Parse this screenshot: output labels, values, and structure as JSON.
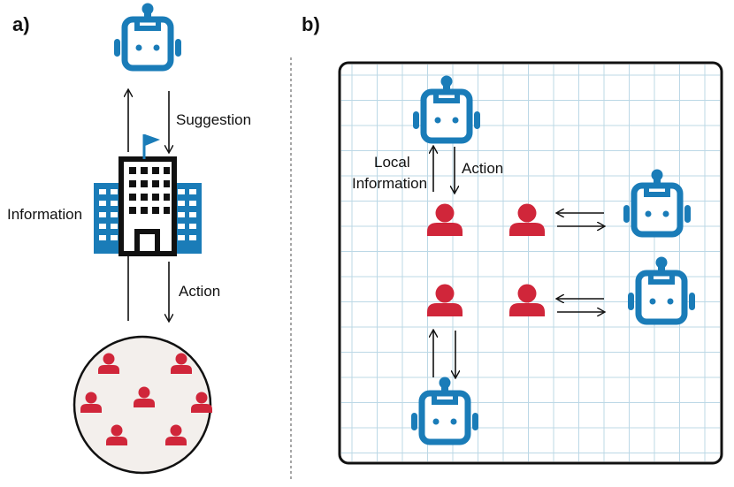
{
  "panel_a": {
    "label": "a)",
    "arrow_label_suggestion": "Suggestion",
    "arrow_label_information": "Information",
    "arrow_label_action": "Action"
  },
  "panel_b": {
    "label": "b)",
    "arrow_label_local": "Local",
    "arrow_label_information": "Information",
    "arrow_label_action": "Action"
  },
  "colors": {
    "robot": "#1a7cb8",
    "person": "#d0263a",
    "building": "#111111",
    "flag": "#1a7cb8",
    "crowd_fill": "#f3efec",
    "grid": "#bcd8e6"
  },
  "icons": [
    "robot-icon",
    "building-icon",
    "flag-icon",
    "person-icon"
  ]
}
